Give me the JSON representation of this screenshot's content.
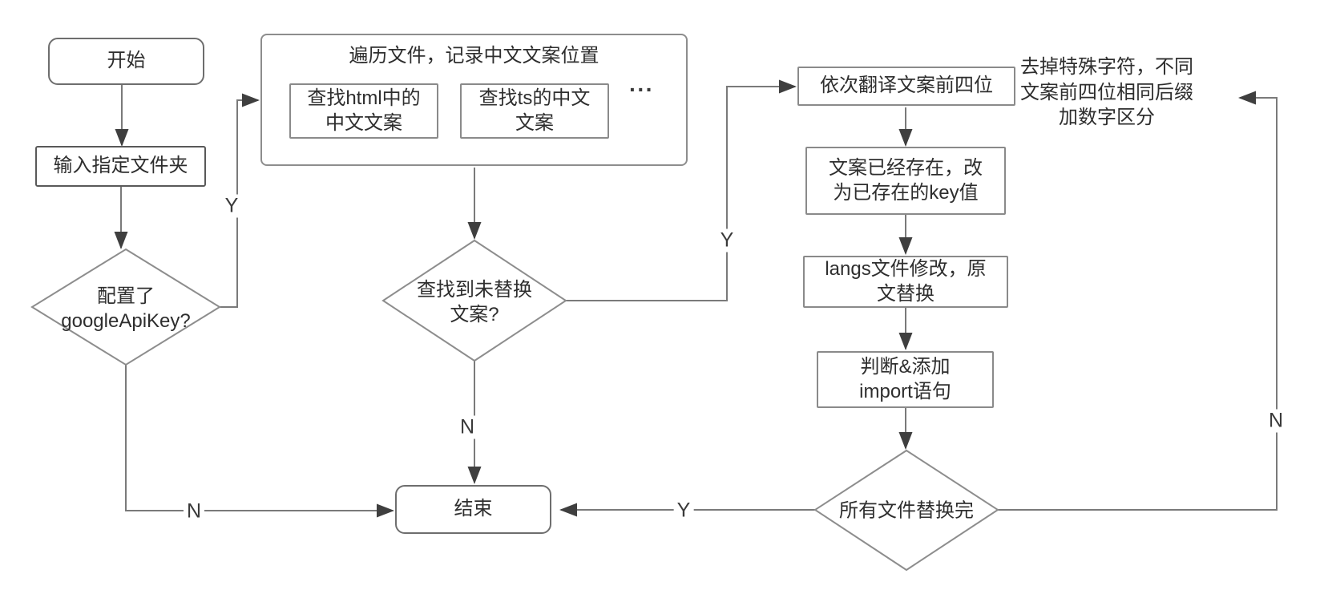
{
  "diagram": {
    "type": "flowchart",
    "colors": {
      "background": "#ffffff",
      "line": "#7a7a7a",
      "arrowhead": "#3f3f3f",
      "box_border": "#8a8a8a",
      "text": "#2e2e2e"
    },
    "nodes": {
      "start": {
        "shape": "rounded",
        "label": "开始"
      },
      "input_folder": {
        "shape": "rect",
        "label": "输入指定文件夹"
      },
      "apikey_decision": {
        "shape": "diamond",
        "lines": [
          "配置了",
          "googleApiKey?"
        ]
      },
      "traverse_group": {
        "shape": "group",
        "title": "遍历文件，记录中文文案位置"
      },
      "find_html": {
        "shape": "rect",
        "lines": [
          "查找html中的",
          "中文文案"
        ]
      },
      "find_ts": {
        "shape": "rect",
        "lines": [
          "查找ts的中文",
          "文案"
        ]
      },
      "more_items": {
        "label": "···"
      },
      "found_decision": {
        "shape": "diamond",
        "lines": [
          "查找到未替换",
          "文案?"
        ]
      },
      "translate_first4": {
        "shape": "rect",
        "label": "依次翻译文案前四位"
      },
      "dedupe_note": {
        "lines": [
          "去掉特殊字符，不同",
          "文案前四位相同后缀",
          "加数字区分"
        ]
      },
      "text_exists": {
        "shape": "rect",
        "lines": [
          "文案已经存在，改",
          "为已存在的key值"
        ]
      },
      "langs_modify": {
        "shape": "rect",
        "lines": [
          "langs文件修改，原",
          "文替换"
        ]
      },
      "add_import": {
        "shape": "rect",
        "lines": [
          "判断&添加",
          "import语句"
        ]
      },
      "all_replaced_decision": {
        "shape": "diamond",
        "label": "所有文件替换完"
      },
      "end": {
        "shape": "rounded",
        "label": "结束"
      }
    },
    "edge_labels": {
      "apikey_yes": "Y",
      "apikey_no": "N",
      "found_yes": "Y",
      "found_no": "N",
      "all_replaced_yes": "Y",
      "all_replaced_no": "N"
    }
  }
}
